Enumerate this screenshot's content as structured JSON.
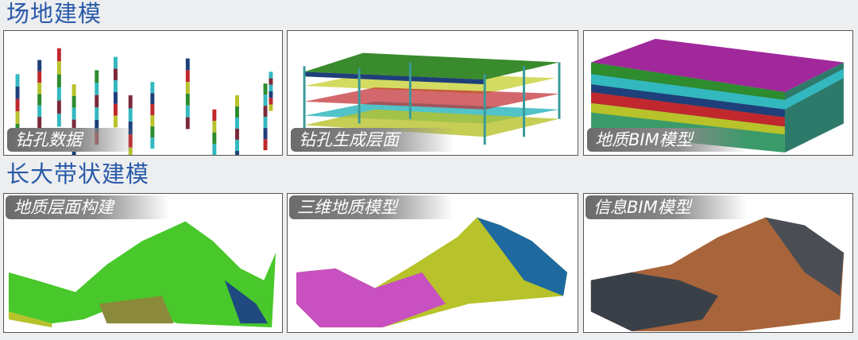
{
  "sections": [
    {
      "title": "场地建模",
      "panels": [
        {
          "caption": "钻孔数据"
        },
        {
          "caption": "钻孔生成层面"
        },
        {
          "caption": "地质BIM模型"
        }
      ]
    },
    {
      "title": "长大带状建模",
      "panels": [
        {
          "caption": "地质层面构建"
        },
        {
          "caption": "三维地质模型"
        },
        {
          "caption": "信息BIM模型"
        }
      ]
    }
  ],
  "colors": {
    "title": "#2a5aa8",
    "green": "#2e8b2e",
    "cyan": "#33b8c0",
    "red": "#c0282e",
    "yellow": "#b8c22a",
    "magenta": "#a0289a",
    "navy": "#1e3f7a"
  }
}
